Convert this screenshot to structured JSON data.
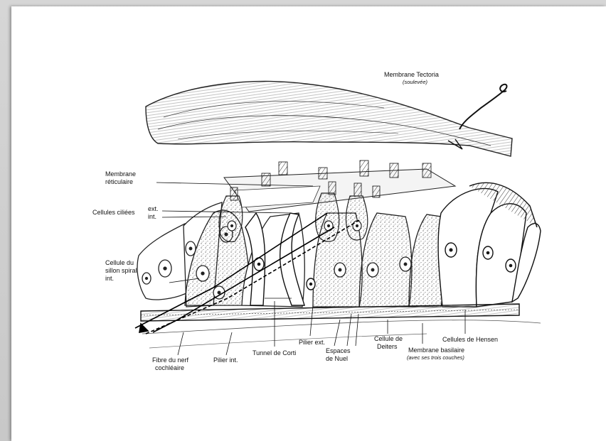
{
  "labels": {
    "tectoria": "Membrane Tectoria",
    "tectoria_note": "(soulevée)",
    "reticulaire_1": "Membrane",
    "reticulaire_2": "réticulaire",
    "ciliees": "Cellules ciliées",
    "ciliees_ext": "ext.",
    "ciliees_int": "int.",
    "sillon_1": "Cellule du",
    "sillon_2": "sillon spiral",
    "sillon_3": "int.",
    "fibre_1": "Fibre du nerf",
    "fibre_2": "cochléaire",
    "pilier_int": "Pilier int.",
    "tunnel": "Tunnel de Corti",
    "pilier_ext": "Pilier ext.",
    "espaces_1": "Espaces",
    "espaces_2": "de Nuel",
    "deiters_1": "Cellule de",
    "deiters_2": "Deiters",
    "basilaire": "Membrane basilaire",
    "basilaire_note": "(avec ses trois couches)",
    "hensen": "Cellules de Hensen"
  }
}
